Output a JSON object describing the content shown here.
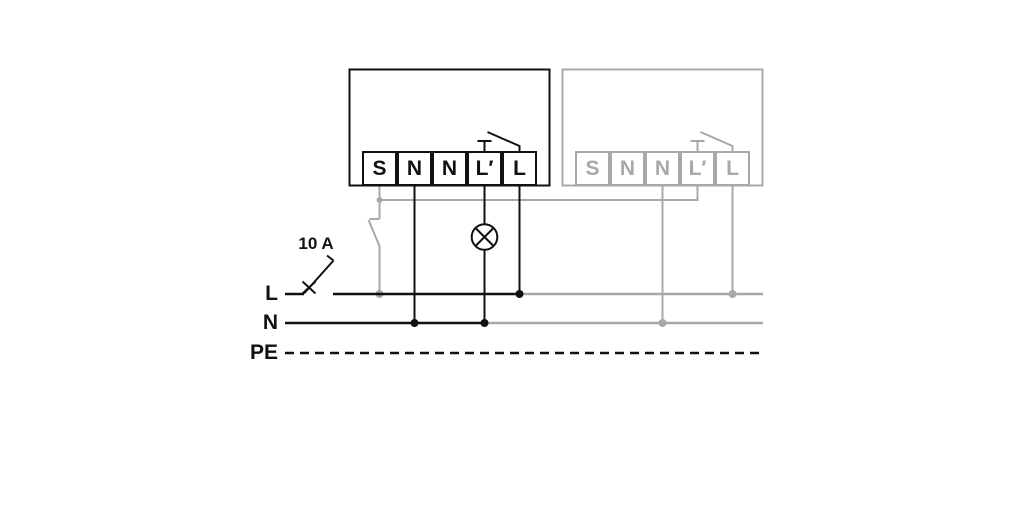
{
  "diagram": {
    "type": "electrical-wiring-diagram",
    "background": "#ffffff",
    "colors": {
      "primary_device": "#111111",
      "secondary_device": "#a8a8a8"
    },
    "bus": {
      "l_label": "L",
      "n_label": "N",
      "pe_label": "PE"
    },
    "fuse": {
      "rating_label": "10 A"
    },
    "device1": {
      "terminals": [
        "S",
        "N",
        "N",
        "L′",
        "L"
      ]
    },
    "device2": {
      "terminals": [
        "S",
        "N",
        "N",
        "L′",
        "L"
      ]
    },
    "symbols": {
      "lamp": "lamp-icon",
      "pushbutton": "pushbutton-icon",
      "relay_contact": "relay-contact-icon",
      "circuit_breaker": "circuit-breaker-icon"
    }
  }
}
